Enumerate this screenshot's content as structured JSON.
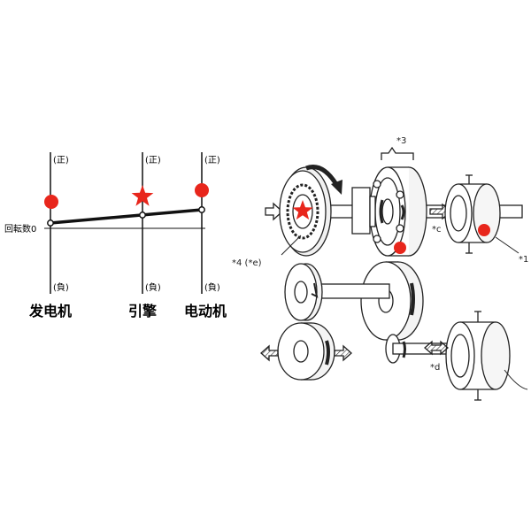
{
  "nomogram": {
    "axes": [
      {
        "label": "发电机",
        "top": "(正)",
        "bottom": "(負)"
      },
      {
        "label": "引擎",
        "top": "(正)",
        "bottom": "(負)"
      },
      {
        "label": "电动机",
        "top": "(正)",
        "bottom": "(負)"
      }
    ],
    "zero_label": "回転数0",
    "marker_color": "#e8261c"
  },
  "gear_diagram": {
    "callouts": {
      "c1": "*1",
      "c3": "*3",
      "c4": "*4 (*e)",
      "cc": "*c",
      "cd": "*d"
    }
  }
}
